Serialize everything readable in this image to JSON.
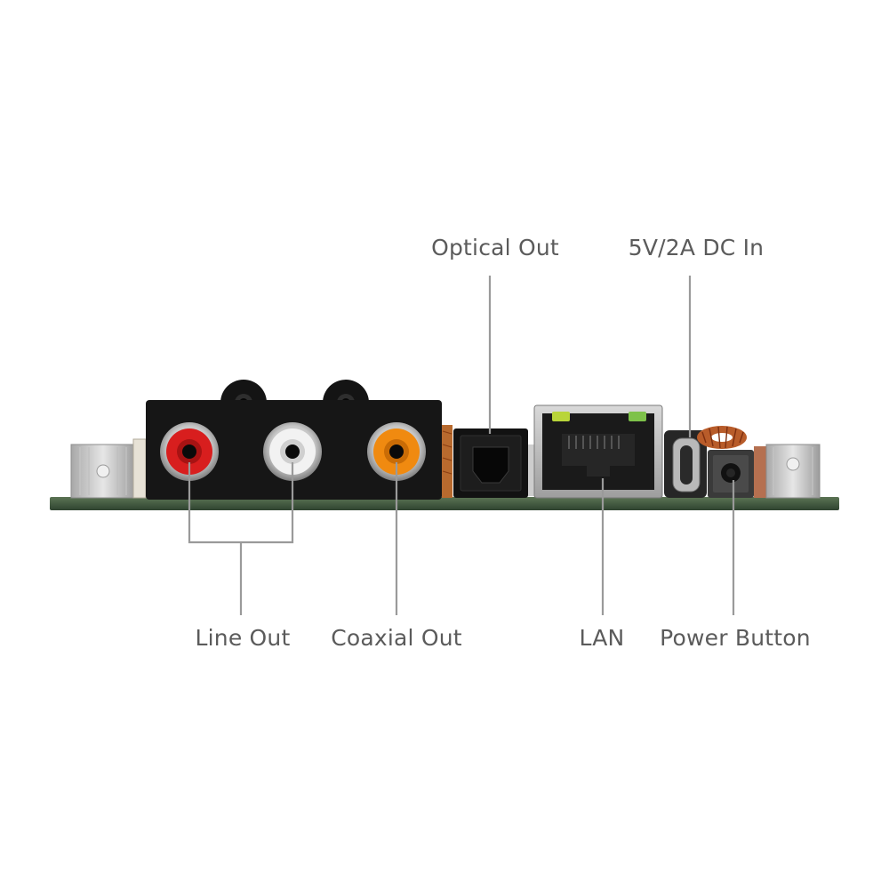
{
  "labels": {
    "optical_out": "Optical Out",
    "dc_in": "5V/2A DC In",
    "line_out": "Line Out",
    "coaxial_out": "Coaxial Out",
    "lan": "LAN",
    "power_button": "Power Button"
  },
  "colors": {
    "pcb": "#3f5a3c",
    "rca_red": "#d81e1e",
    "rca_white": "#f2f2f2",
    "rca_orange": "#f08a10",
    "led_left": "#b9d53a",
    "led_right": "#7ec24a",
    "callout_text": "#5b5b5b",
    "leader_line": "#9a9a9a"
  }
}
